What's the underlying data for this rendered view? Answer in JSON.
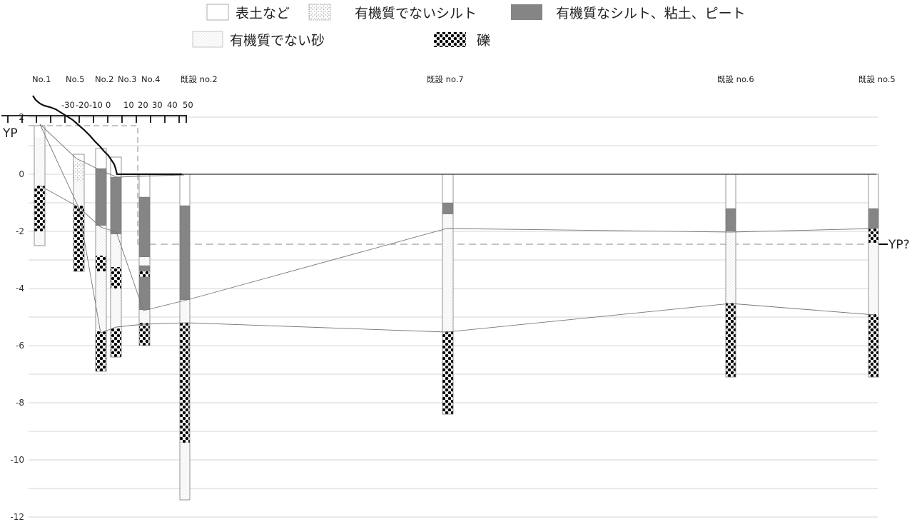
{
  "legend": [
    {
      "key": "topsoil",
      "label": "表土など"
    },
    {
      "key": "silt",
      "label": "有機質でないシルト"
    },
    {
      "key": "organic",
      "label": "有機質なシルト、粘土、ピート"
    },
    {
      "key": "sand",
      "label": "有機質でない砂"
    },
    {
      "key": "gravel",
      "label": "礫"
    }
  ],
  "axis": {
    "y_title": "YP",
    "y_ticks": [
      2,
      0,
      -2,
      -4,
      -6,
      -8,
      -10,
      -12
    ],
    "ylim": [
      -12,
      2
    ]
  },
  "distance_scale": {
    "labels": [
      "-30",
      "-20",
      "-10",
      "0",
      "10",
      "20",
      "30",
      "40",
      "50"
    ]
  },
  "datum_label": "YP?",
  "boreholes": [
    {
      "id": "no1",
      "name": "No.1",
      "top": 1.7,
      "bottom": -2.5,
      "layers": [
        [
          "topsoil",
          1.7,
          1.3
        ],
        [
          "sand",
          1.3,
          -0.4
        ],
        [
          "gravel",
          -0.4,
          -2.0
        ],
        [
          "sand",
          -2.0,
          -2.5
        ]
      ]
    },
    {
      "id": "no5",
      "name": "No.5",
      "top": 0.7,
      "bottom": -3.4,
      "layers": [
        [
          "topsoil",
          0.7,
          0.45
        ],
        [
          "silt",
          0.45,
          -0.25
        ],
        [
          "sand",
          -0.25,
          -1.1
        ],
        [
          "gravel",
          -1.1,
          -3.4
        ]
      ]
    },
    {
      "id": "no2",
      "name": "No.2",
      "top": 0.9,
      "bottom": -6.9,
      "layers": [
        [
          "topsoil",
          0.9,
          0.2
        ],
        [
          "organic",
          0.2,
          -1.8
        ],
        [
          "sand",
          -1.8,
          -2.85
        ],
        [
          "gravel",
          -2.85,
          -3.4
        ],
        [
          "sand",
          -3.4,
          -5.5
        ],
        [
          "gravel",
          -5.5,
          -6.9
        ]
      ]
    },
    {
      "id": "no3",
      "name": "No.3",
      "top": 0.6,
      "bottom": -6.4,
      "layers": [
        [
          "topsoil",
          0.6,
          -0.1
        ],
        [
          "organic",
          -0.1,
          -2.1
        ],
        [
          "sand",
          -2.1,
          -3.25
        ],
        [
          "gravel",
          -3.25,
          -4.0
        ],
        [
          "sand",
          -4.0,
          -5.4
        ],
        [
          "gravel",
          -5.4,
          -6.4
        ]
      ]
    },
    {
      "id": "no4",
      "name": "No.4",
      "top": 0.0,
      "bottom": -6.0,
      "layers": [
        [
          "topsoil",
          0.0,
          -0.8
        ],
        [
          "organic",
          -0.8,
          -2.9
        ],
        [
          "sand",
          -2.9,
          -3.2
        ],
        [
          "organic",
          -3.2,
          -3.4
        ],
        [
          "gravel",
          -3.4,
          -3.6
        ],
        [
          "organic",
          -3.6,
          -4.75
        ],
        [
          "sand",
          -4.75,
          -5.2
        ],
        [
          "gravel",
          -5.2,
          -6.0
        ]
      ]
    },
    {
      "id": "ex2",
      "name": "既設 no.2",
      "top": 0.0,
      "bottom": -11.4,
      "layers": [
        [
          "topsoil",
          0.0,
          -1.1
        ],
        [
          "organic",
          -1.1,
          -4.4
        ],
        [
          "sand",
          -4.4,
          -5.2
        ],
        [
          "gravel",
          -5.2,
          -9.4
        ],
        [
          "sand",
          -9.4,
          -11.4
        ]
      ]
    },
    {
      "id": "ex7",
      "name": "既設 no.7",
      "top": 0.0,
      "bottom": -8.4,
      "layers": [
        [
          "topsoil",
          0.0,
          -1.0
        ],
        [
          "organic",
          -1.0,
          -1.4
        ],
        [
          "sand",
          -1.4,
          -5.5
        ],
        [
          "gravel",
          -5.5,
          -8.4
        ]
      ]
    },
    {
      "id": "ex6",
      "name": "既設 no.6",
      "top": 0.0,
      "bottom": -7.1,
      "layers": [
        [
          "topsoil",
          0.0,
          -1.2
        ],
        [
          "organic",
          -1.2,
          -2.0
        ],
        [
          "sand",
          -2.0,
          -4.5
        ],
        [
          "gravel",
          -4.5,
          -7.1
        ]
      ]
    },
    {
      "id": "ex5",
      "name": "既設 no.5",
      "top": 0.0,
      "bottom": -7.1,
      "layers": [
        [
          "topsoil",
          0.0,
          -1.2
        ],
        [
          "organic",
          -1.2,
          -1.9
        ],
        [
          "gravel",
          -1.9,
          -2.4
        ],
        [
          "sand",
          -2.4,
          -4.9
        ],
        [
          "gravel",
          -4.9,
          -7.1
        ]
      ]
    }
  ],
  "colors": {
    "organic": "#858585",
    "gravel_dot": "#000000",
    "sand_dot": "#b8b8b8",
    "silt_dot": "#9a9a9a",
    "grid": "#c8c8c8",
    "outline": "#7a7a7a",
    "surface": "#111111",
    "datum_line": "#8a8a8a"
  }
}
